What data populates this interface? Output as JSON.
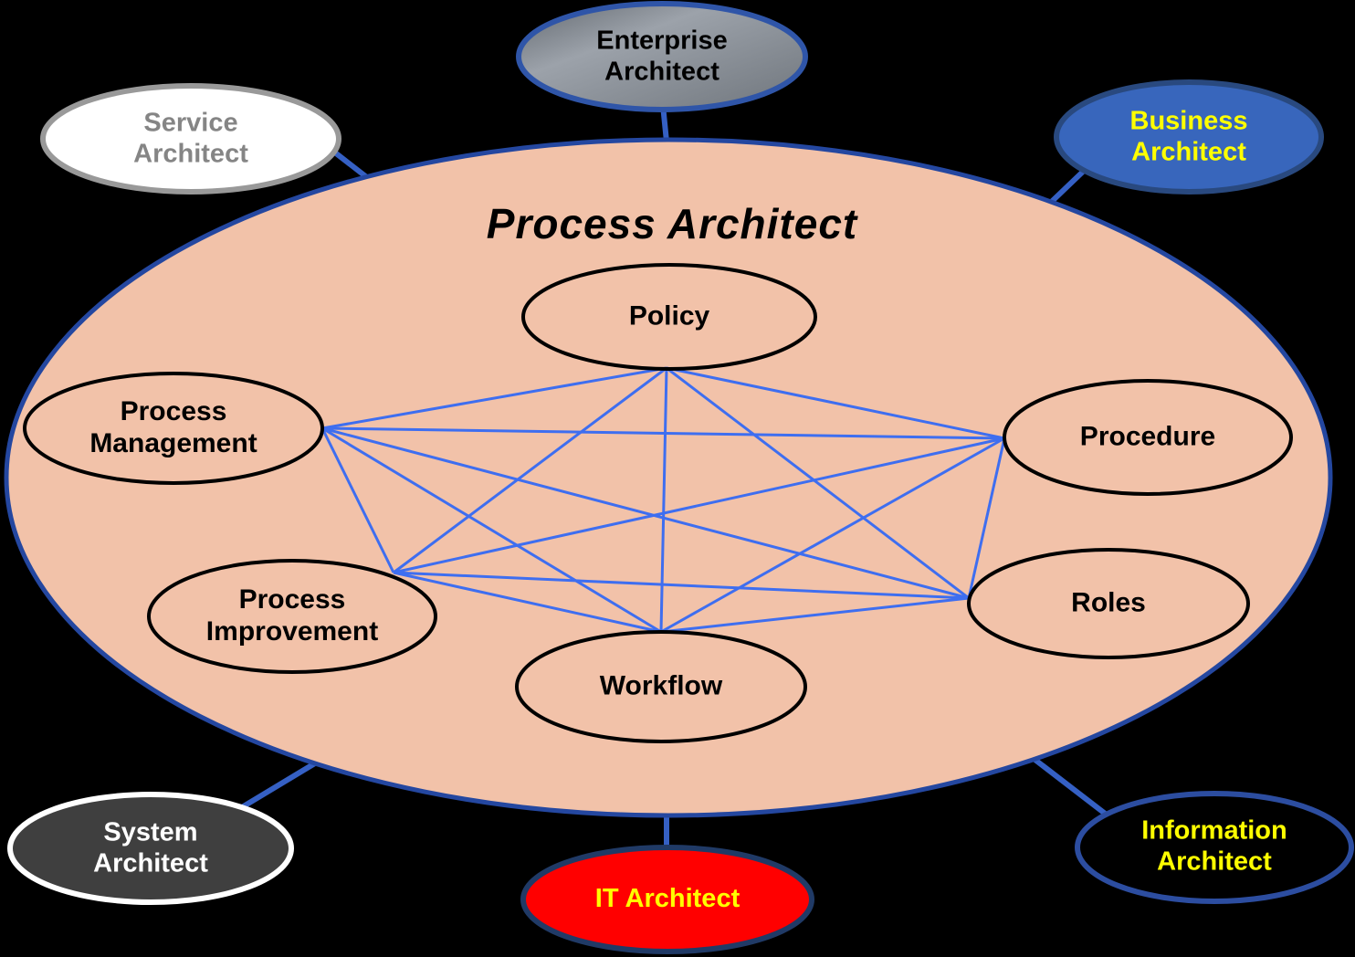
{
  "title": {
    "text": "Process Architect"
  },
  "colors": {
    "background": "#000000",
    "main_fill": "#F2C2A9",
    "main_border": "#2447A0",
    "connector": "#3560C4",
    "graph_line": "#3E6EF0",
    "node_border": "#000000",
    "node_text": "#000000",
    "title_text": "#000000"
  },
  "inner_nodes": [
    {
      "id": "policy",
      "label": "Policy"
    },
    {
      "id": "process-management",
      "label": "Process\nManagement"
    },
    {
      "id": "procedure",
      "label": "Procedure"
    },
    {
      "id": "process-improvement",
      "label": "Process\nImprovement"
    },
    {
      "id": "roles",
      "label": "Roles"
    },
    {
      "id": "workflow",
      "label": "Workflow"
    }
  ],
  "edges": [
    [
      "policy",
      "process-management"
    ],
    [
      "policy",
      "procedure"
    ],
    [
      "policy",
      "process-improvement"
    ],
    [
      "policy",
      "roles"
    ],
    [
      "policy",
      "workflow"
    ],
    [
      "process-management",
      "procedure"
    ],
    [
      "process-management",
      "process-improvement"
    ],
    [
      "process-management",
      "roles"
    ],
    [
      "process-management",
      "workflow"
    ],
    [
      "procedure",
      "process-improvement"
    ],
    [
      "procedure",
      "roles"
    ],
    [
      "procedure",
      "workflow"
    ],
    [
      "process-improvement",
      "roles"
    ],
    [
      "process-improvement",
      "workflow"
    ],
    [
      "roles",
      "workflow"
    ]
  ],
  "satellites": [
    {
      "id": "enterprise-architect",
      "label": "Enterprise\nArchitect",
      "gradient": [
        "#636970",
        "#9CA2AA",
        "#6F757C"
      ],
      "border": "#2F55A8",
      "text_color": "#000000"
    },
    {
      "id": "service-architect",
      "label": "Service\nArchitect",
      "fill": "#FFFFFF",
      "border": "#999999",
      "text_color": "#858585"
    },
    {
      "id": "business-architect",
      "label": "Business\nArchitect",
      "fill": "#3866BC",
      "border": "#29497F",
      "text_color": "#FFFF00"
    },
    {
      "id": "system-architect",
      "label": "System\nArchitect",
      "fill": "#3F3F3F",
      "border": "#FFFFFF",
      "text_color": "#FFFFFF"
    },
    {
      "id": "it-architect",
      "label": "IT Architect",
      "fill": "#FF0000",
      "border": "#203A66",
      "text_color": "#FFFF00"
    },
    {
      "id": "information-architect",
      "label": "Information\nArchitect",
      "fill": "#000000",
      "border": "#2C4DA0",
      "text_color": "#FFFF00"
    }
  ]
}
